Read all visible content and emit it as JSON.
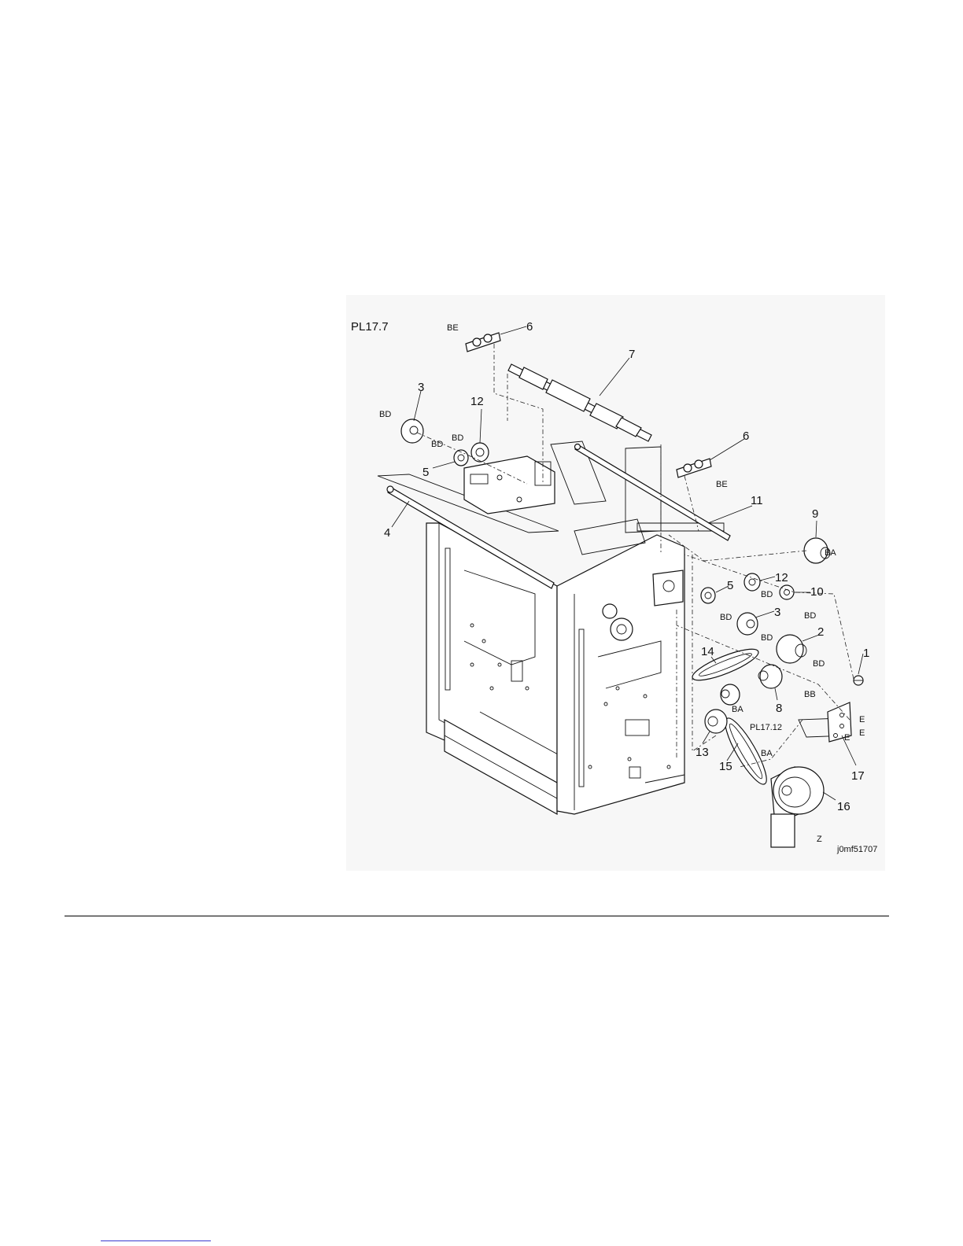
{
  "figure": {
    "plate_ref": "PL17.7",
    "figure_id": "j0mf51707",
    "cross_ref": "PL17.12",
    "callouts": [
      "1",
      "2",
      "3",
      "3",
      "4",
      "5",
      "5",
      "6",
      "6",
      "7",
      "8",
      "9",
      "10",
      "11",
      "12",
      "12",
      "13",
      "14",
      "15",
      "16",
      "17"
    ],
    "fastener_tags": [
      "BE",
      "BE",
      "BD",
      "BD",
      "BD",
      "BD",
      "BD",
      "BD",
      "BD",
      "BD",
      "BA",
      "BA",
      "BA",
      "BB",
      "E",
      "E",
      "E",
      "Z"
    ]
  }
}
